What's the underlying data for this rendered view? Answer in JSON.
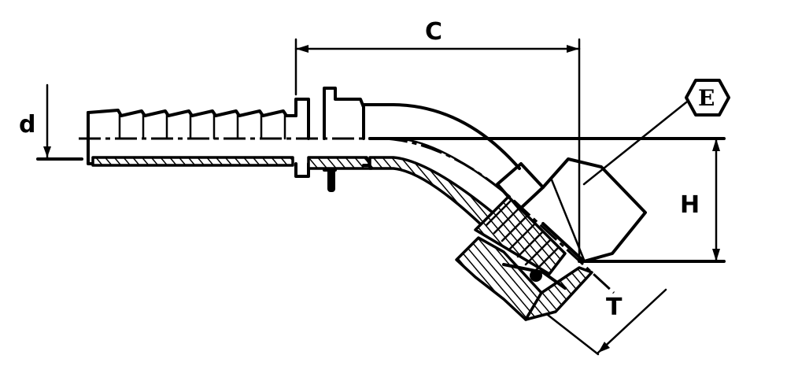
{
  "labels": {
    "c": "C",
    "d": "d",
    "e": "E",
    "h": "H",
    "t": "T"
  }
}
